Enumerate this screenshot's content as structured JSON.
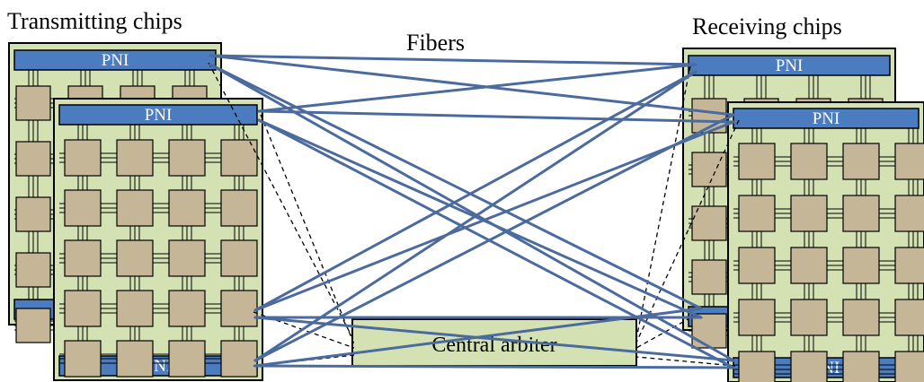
{
  "labels": {
    "transmitting": "Transmitting chips",
    "fibers": "Fibers",
    "receiving": "Receiving chips",
    "arbiter": "Central arbiter",
    "pni": "PNI"
  },
  "colors": {
    "chip_fill": "#d4e2b3",
    "pni_fill": "#4a7cbf",
    "core_fill": "#c5b697",
    "fiber": "#4b6b9e",
    "arbiter_fill": "#d4e2b3",
    "outline": "#000000"
  }
}
